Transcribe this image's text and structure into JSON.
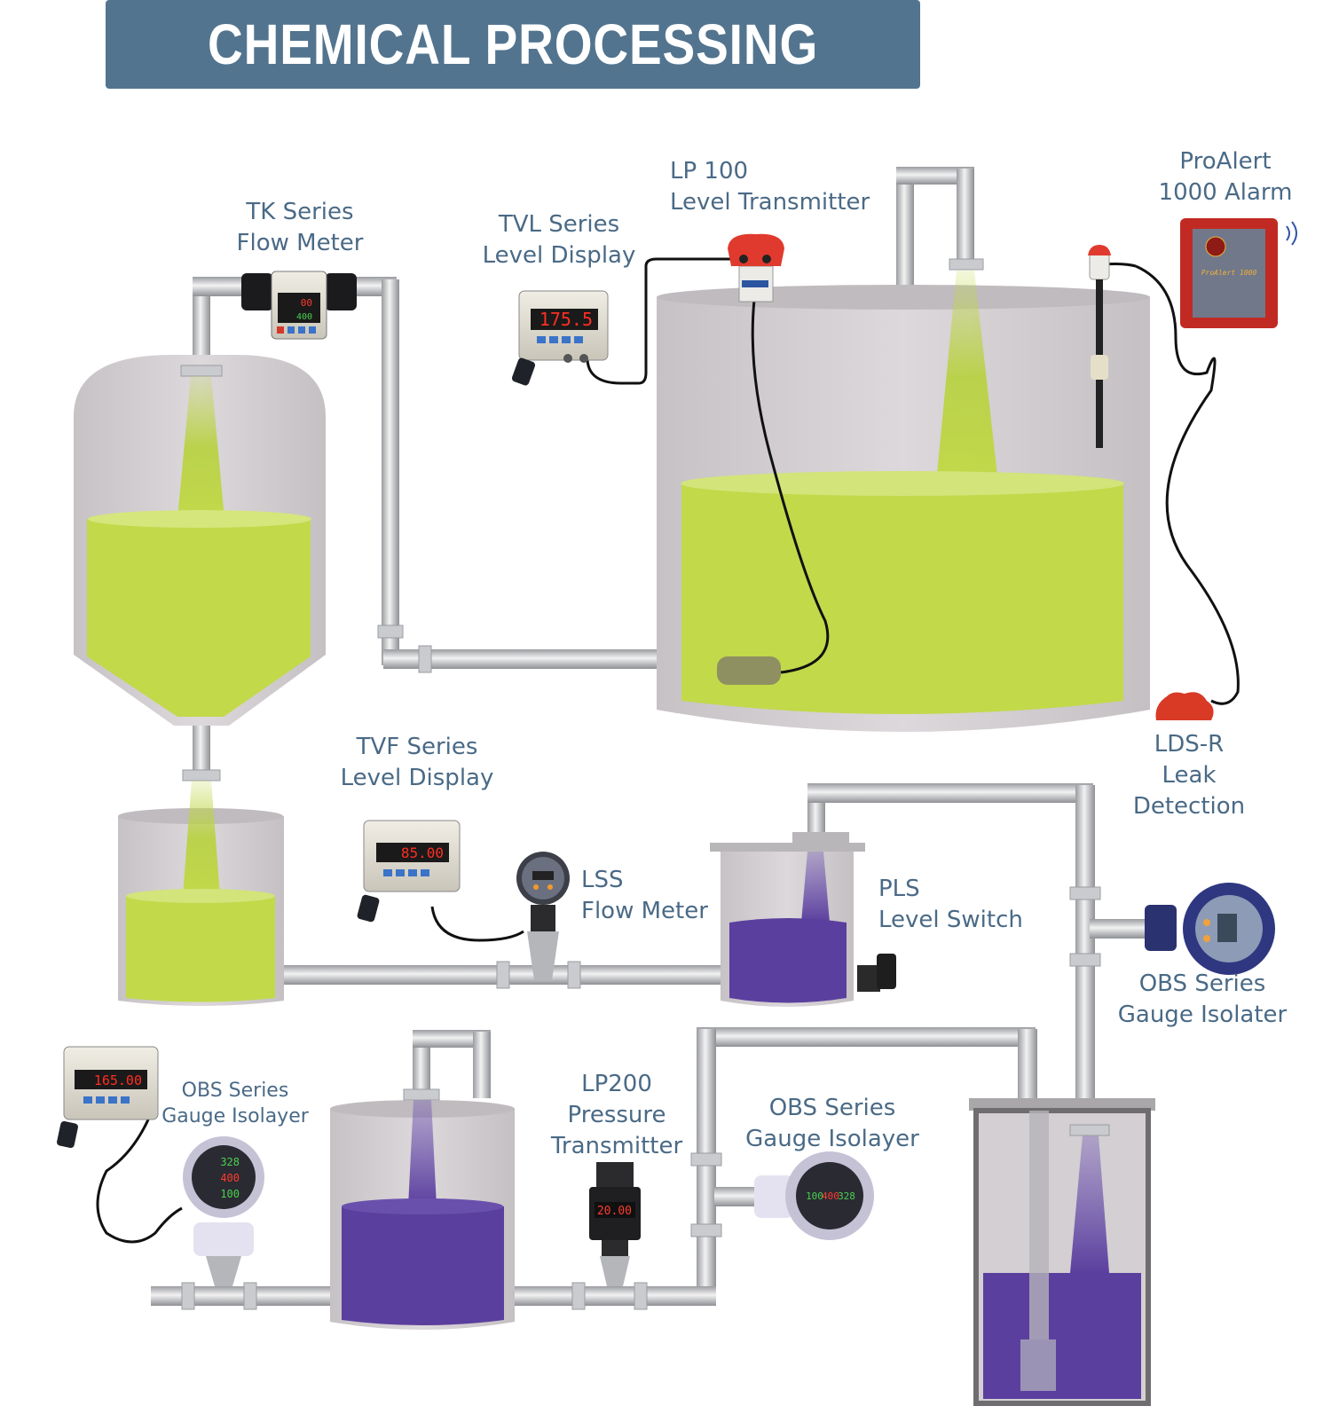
{
  "title": "CHEMICAL PROCESSING",
  "colors": {
    "banner": "#52748f",
    "label_text": "#4a6a86",
    "green_liquid": "#c2d94a",
    "purple_liquid": "#5b3f9e",
    "tank_gray": "#d3cfd2",
    "pipe_gray": "#bcbec2"
  },
  "labels": {
    "tk_flow_meter": [
      "TK Series",
      "Flow Meter"
    ],
    "tvl_level_display": [
      "TVL Series",
      "Level Display"
    ],
    "lp100_level_transmitter": [
      "LP 100",
      "Level Transmitter"
    ],
    "proalert_alarm": [
      "ProAlert",
      "1000 Alarm"
    ],
    "lds_leak_detection": [
      "LDS-R",
      "Leak",
      "Detection"
    ],
    "tvf_level_display": [
      "TVF Series",
      "Level Display"
    ],
    "lss_flow_meter": [
      "LSS",
      "Flow Meter"
    ],
    "pls_level_switch": [
      "PLS",
      "Level Switch"
    ],
    "obs_gauge_isolater": [
      "OBS Series",
      "Gauge Isolater"
    ],
    "obs_gauge_isolayer_left": [
      "OBS Series",
      "Gauge Isolayer"
    ],
    "lp200_pressure_transmitter": [
      "LP200",
      "Pressure",
      "Transmitter"
    ],
    "obs_gauge_isolayer_mid": [
      "OBS Series",
      "Gauge Isolayer"
    ]
  },
  "device_readouts": {
    "tk_flow_meter": [
      "00",
      "400"
    ],
    "tvl_display": "175.5",
    "tvf_display": "85.00",
    "obs_left_display": "165.00",
    "obs_left_gauge": [
      "328",
      "400",
      "100"
    ],
    "lp200_display": "20.00",
    "obs_mid_gauge": [
      "100",
      "400",
      "328"
    ]
  },
  "device_brand_text": {
    "proalert_case": "ProAlert 1000"
  }
}
